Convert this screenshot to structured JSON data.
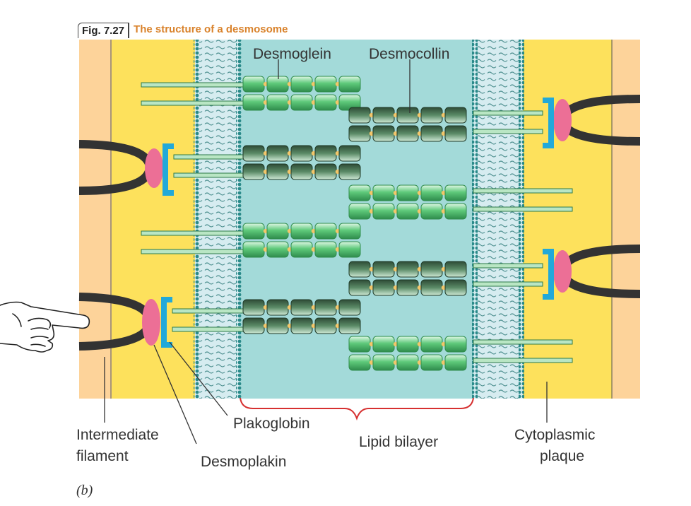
{
  "figure": {
    "number": "Fig. 7.27",
    "title": "The structure of a desmosome",
    "panel": "(b)"
  },
  "labels": {
    "desmoglein": "Desmoglein",
    "desmocollin": "Desmocollin",
    "intermediate_filament_1": "Intermediate",
    "intermediate_filament_2": "filament",
    "desmoplakin": "Desmoplakin",
    "plakoglobin": "Plakoglobin",
    "lipid_bilayer": "Lipid bilayer",
    "cytoplasmic_plaque_1": "Cytoplasmic",
    "cytoplasmic_plaque_2": "plaque"
  },
  "colors": {
    "cell_edge": "#fdd39a",
    "plaque": "#fde15c",
    "intercellular_space": "#a3dad9",
    "membrane": "#5fa8a8",
    "filament": "#333333",
    "desmoplakin": "#ec6f96",
    "plakoglobin": "#22a9d9",
    "cadherin_light": "#5ec97a",
    "cadherin_dark": "#2e4b36",
    "brace": "#d63030"
  },
  "icons": {
    "pointer": "pointing-hand-icon"
  }
}
